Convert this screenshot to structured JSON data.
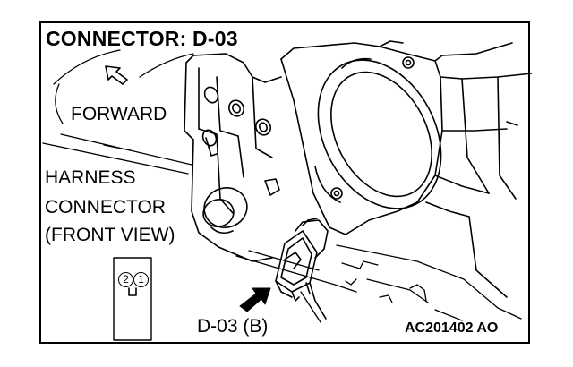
{
  "diagram": {
    "title": "CONNECTOR: D-03",
    "direction_label": "FORWARD",
    "harness_label": [
      "HARNESS",
      "CONNECTOR",
      "(FRONT VIEW)"
    ],
    "connector_label": "D-03 (B)",
    "figure_code": "AC201402 AO",
    "pins": [
      "2",
      "1"
    ],
    "line_color": "#000000",
    "background_color": "#ffffff"
  }
}
